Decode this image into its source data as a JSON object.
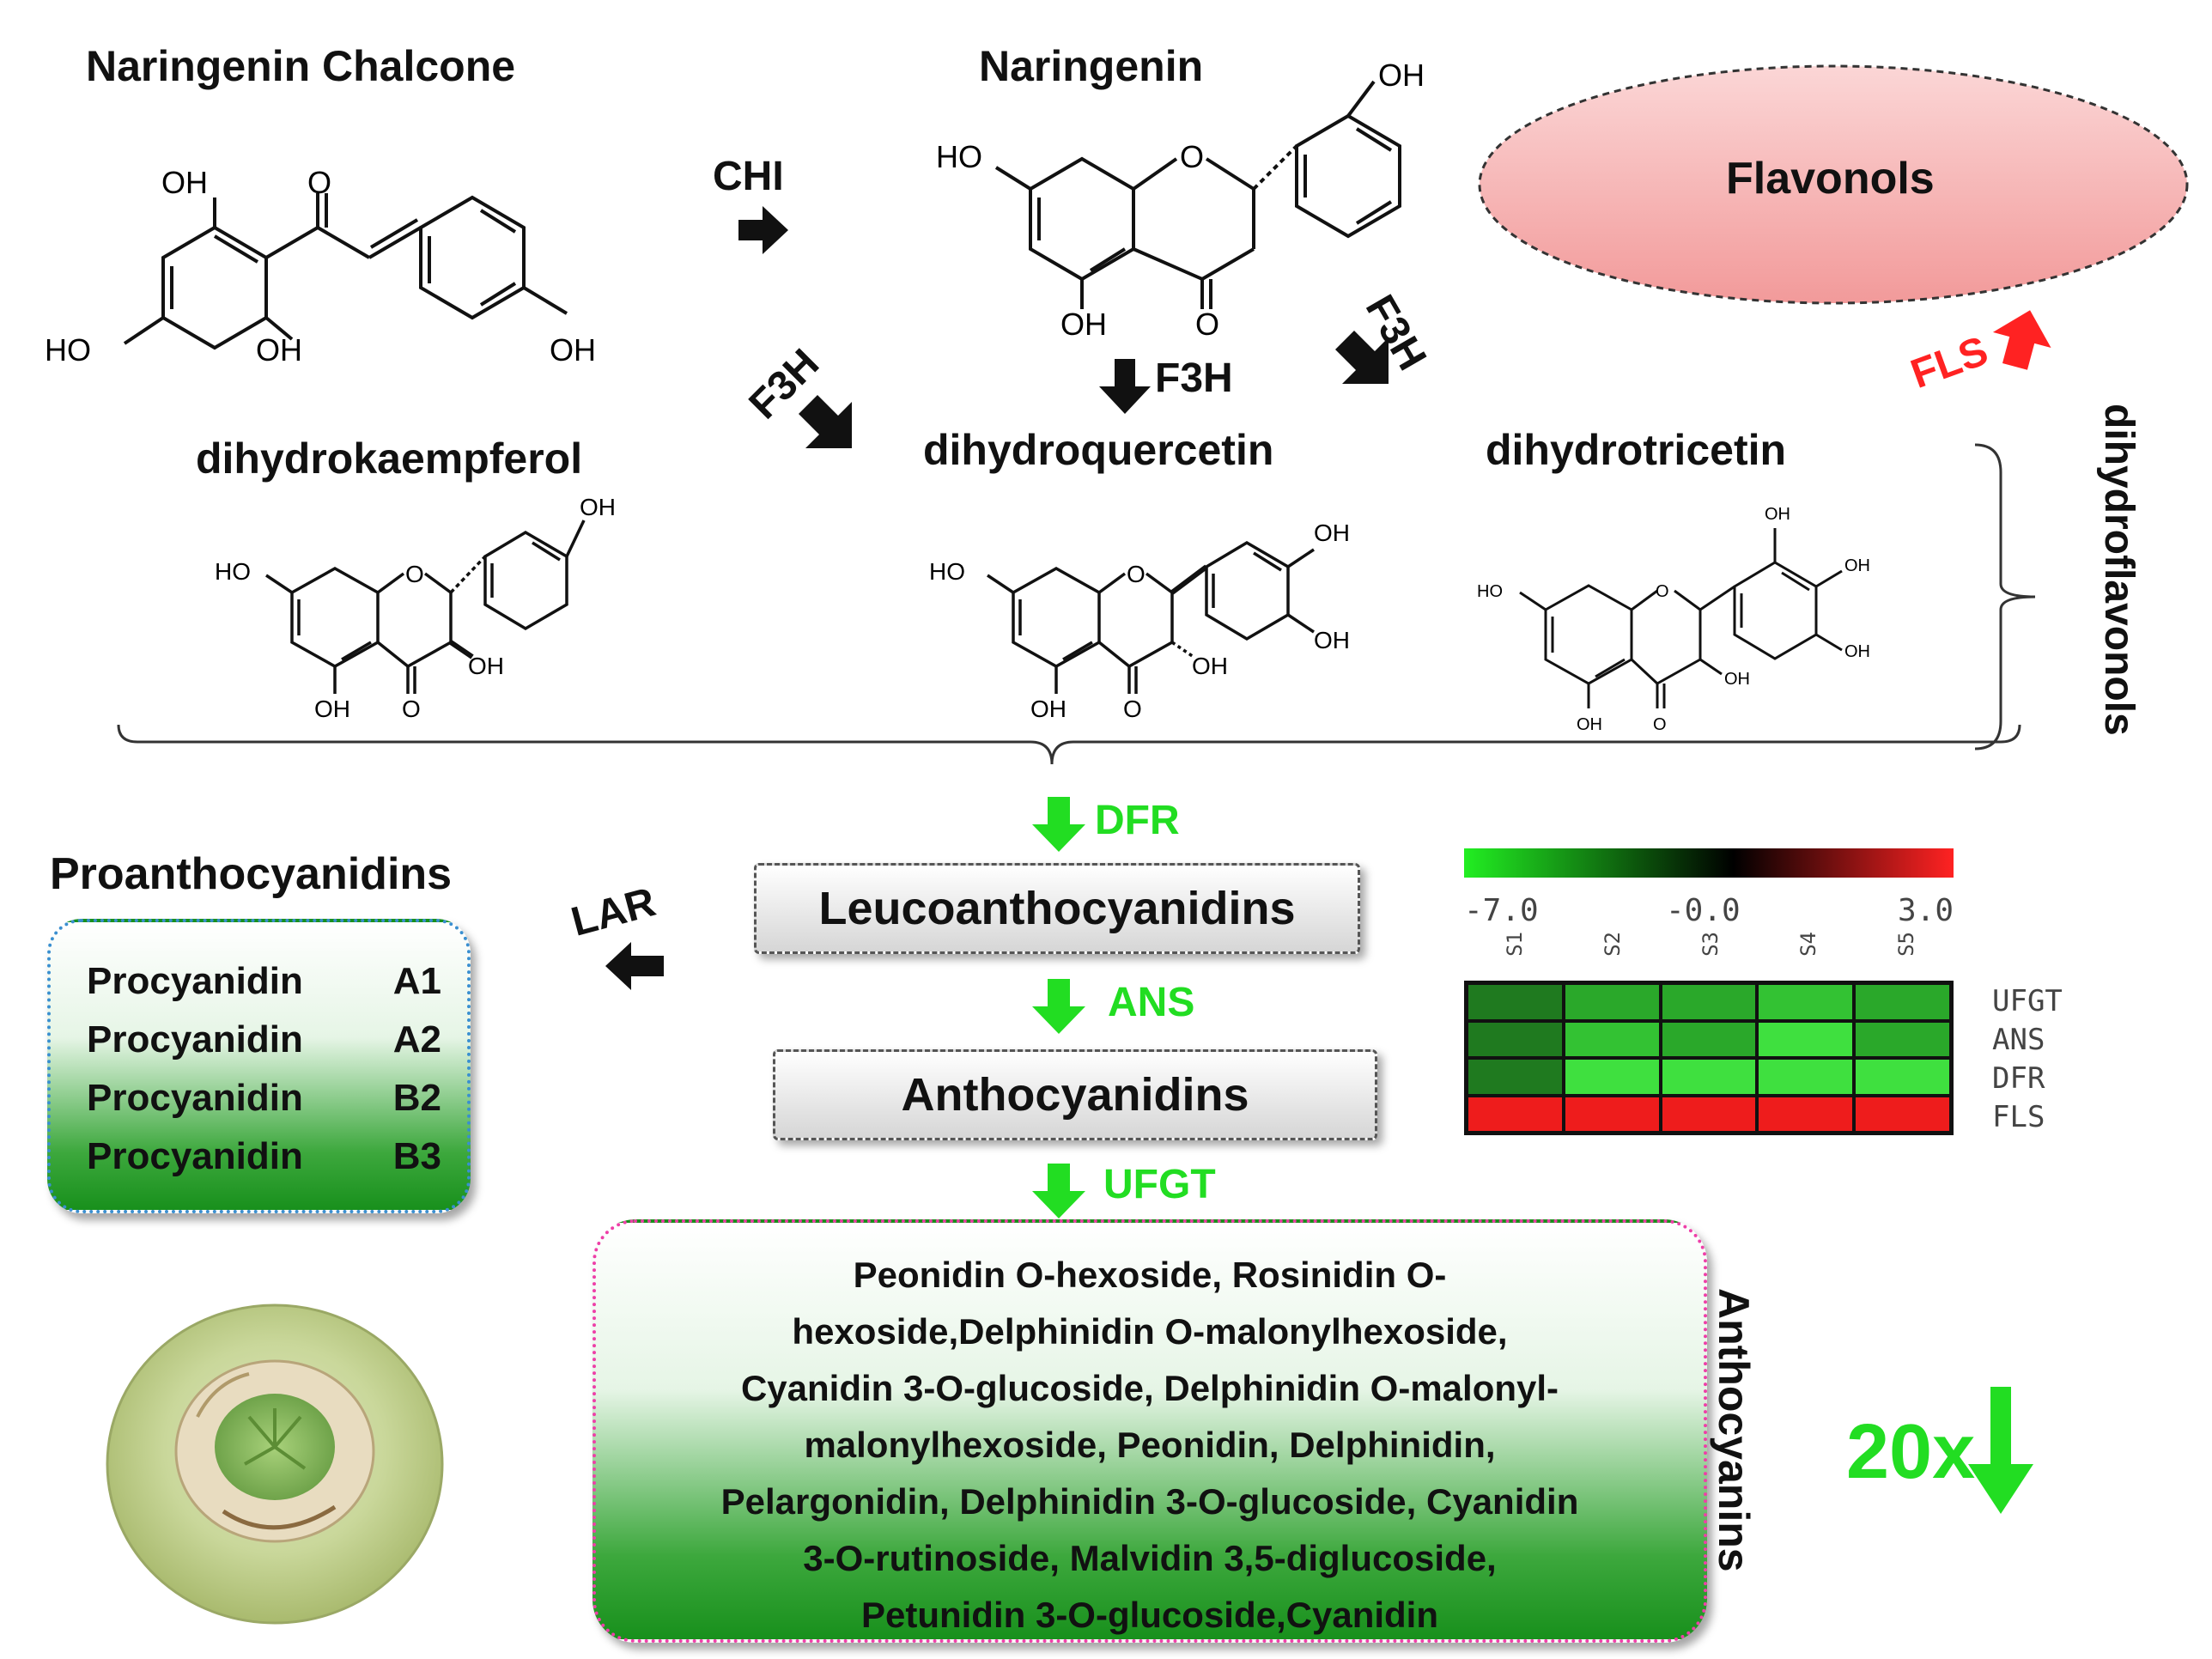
{
  "compounds": {
    "naringenin_chalcone": "Naringenin Chalcone",
    "naringenin": "Naringenin",
    "dihydrokaempferol": "dihydrokaempferol",
    "dihydroquercetin": "dihydroquercetin",
    "dihydrotricetin": "dihydrotricetin",
    "dihydroflavonols": "dihydroflavonols",
    "flavonols": "Flavonols",
    "leucoanthocyanidins": "Leucoanthocyanidins",
    "anthocyanidins": "Anthocyanidins",
    "anthocyanins": "Anthocyanins",
    "proanthocyanidins": "Proanthocyanidins"
  },
  "structure_labels": {
    "oh": "OH",
    "ho": "HO",
    "o": "O"
  },
  "enzymes": {
    "chi": "CHI",
    "f3h": "F3H",
    "fls": "FLS",
    "dfr": "DFR",
    "ans": "ANS",
    "ufgt": "UFGT",
    "lar": "LAR"
  },
  "procyanidins": [
    {
      "name": "Procyanidin",
      "code": "A1"
    },
    {
      "name": "Procyanidin",
      "code": "A2"
    },
    {
      "name": "Procyanidin",
      "code": "B2"
    },
    {
      "name": "Procyanidin",
      "code": "B3"
    }
  ],
  "anthocyanins_text": [
    "Peonidin O-hexoside, Rosinidin O-",
    "hexoside,Delphinidin O-malonylhexoside,",
    "Cyanidin 3-O-glucoside, Delphinidin O-malonyl-",
    "malonylhexoside, Peonidin, Delphinidin,",
    "Pelargonidin, Delphinidin 3-O-glucoside, Cyanidin",
    "3-O-rutinoside, Malvidin 3,5-diglucoside,",
    "Petunidin 3-O-glucoside,Cyanidin"
  ],
  "fold_change": {
    "value": "20x",
    "direction": "down",
    "color": "#22dd22"
  },
  "heatmap": {
    "scale_labels": [
      "-7.0",
      "-0.0",
      "3.0"
    ],
    "samples": [
      "S1",
      "S2",
      "S3",
      "S4",
      "S5"
    ],
    "genes": [
      "UFGT",
      "ANS",
      "DFR",
      "FLS"
    ],
    "colors": [
      [
        "#1f7a1f",
        "#2aa82a",
        "#2aa82a",
        "#33c233",
        "#2aa82a"
      ],
      [
        "#1f7a1f",
        "#33c233",
        "#2aa82a",
        "#3fe03f",
        "#2aa82a"
      ],
      [
        "#1f7a1f",
        "#3fe03f",
        "#3fe03f",
        "#3fe03f",
        "#3fe03f"
      ],
      [
        "#ee1c1c",
        "#ee1c1c",
        "#ee1c1c",
        "#ee1c1c",
        "#ee1c1c"
      ]
    ],
    "gradient": [
      "#22ee22",
      "#000000",
      "#ff2222"
    ]
  },
  "colors": {
    "enzyme_green": "#22dd22",
    "enzyme_red": "#ff2222",
    "flavonols_fill": "#f7c4c4"
  }
}
